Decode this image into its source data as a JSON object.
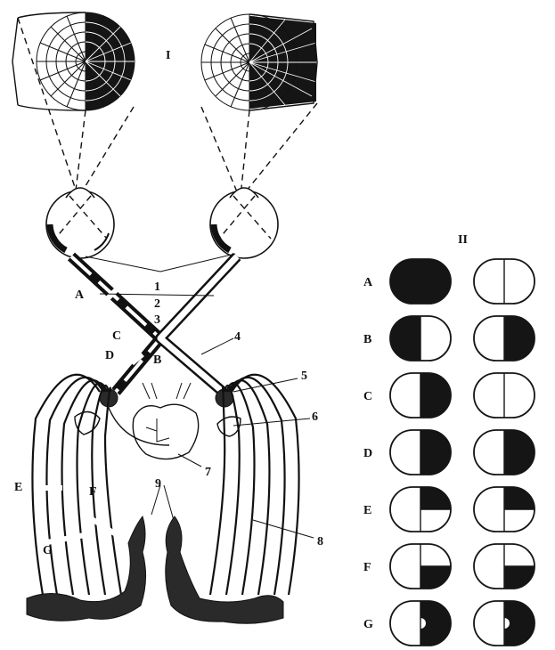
{
  "diagram": {
    "section_one_label": "I",
    "section_two_label": "II",
    "numbers": [
      "1",
      "2",
      "3",
      "4",
      "5",
      "6",
      "7",
      "8",
      "9"
    ],
    "lesion_letters_left": [
      "A",
      "C",
      "D",
      "B",
      "E",
      "F",
      "G"
    ],
    "field_rows": [
      "A",
      "B",
      "C",
      "D",
      "E",
      "F",
      "G"
    ],
    "field_defects": [
      {
        "row": "A",
        "left_eye": "full",
        "right_eye": "none"
      },
      {
        "row": "B",
        "left_eye": "left-half",
        "right_eye": "right-half"
      },
      {
        "row": "C",
        "left_eye": "right-half",
        "right_eye": "none"
      },
      {
        "row": "D",
        "left_eye": "right-half",
        "right_eye": "right-half"
      },
      {
        "row": "E",
        "left_eye": "upper-right-quadrant",
        "right_eye": "upper-right-quadrant"
      },
      {
        "row": "F",
        "left_eye": "lower-right-quadrant",
        "right_eye": "lower-right-quadrant"
      },
      {
        "row": "G",
        "left_eye": "right-half-macular-sparing",
        "right_eye": "right-half-macular-sparing"
      }
    ],
    "colors": {
      "ink": "#151515",
      "paper": "#ffffff"
    }
  }
}
